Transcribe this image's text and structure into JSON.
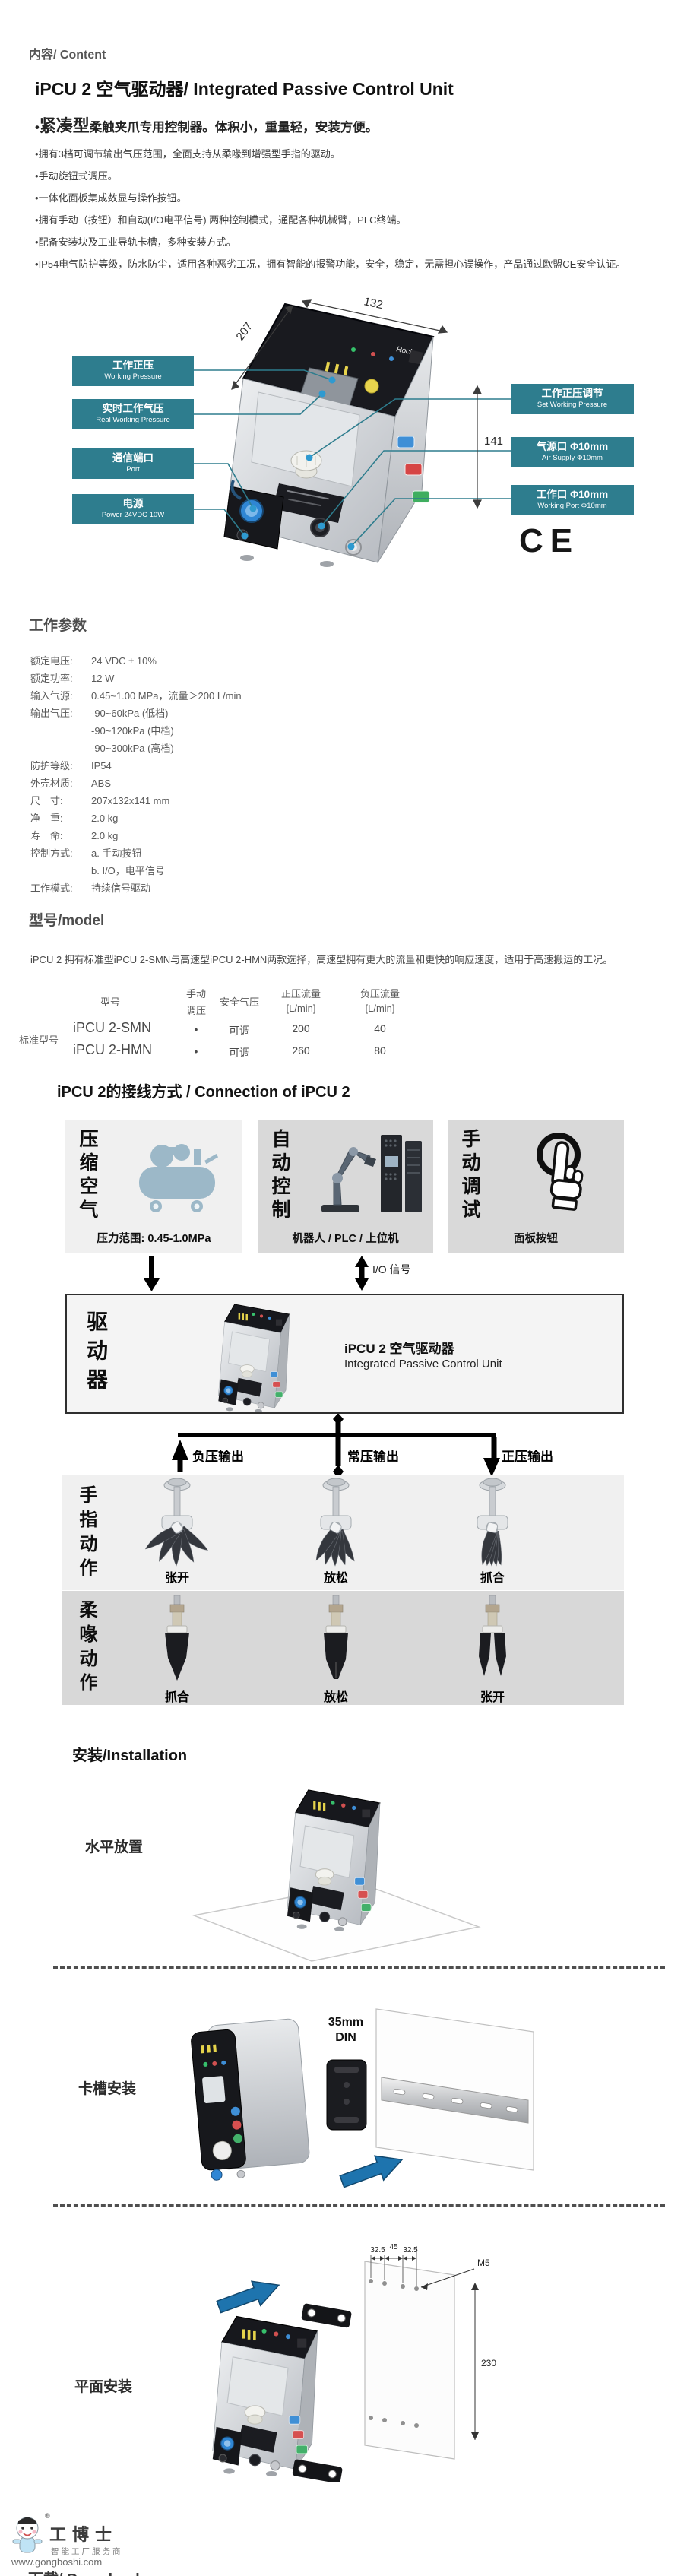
{
  "page": {
    "content_label": "内容/ Content",
    "title": "iPCU 2 空气驱动器/ Integrated Passive Control Unit"
  },
  "intro": {
    "lead_big": "紧凑型",
    "lead_rest": "柔触夹爪专用控制器。体积小，重量轻，安装方便。",
    "bullets": [
      "拥有3档可调节输出气压范围，全面支持从柔喙到增强型手指的驱动。",
      "手动旋钮式调压。",
      "一体化面板集成数显与操作按钮。",
      "拥有手动（按钮）和自动(I/O电平信号) 两种控制模式，通配各种机械臂，PLC终端。",
      "配备安装块及工业导轨卡槽，多种安装方式。",
      "IP54电气防护等级，防水防尘，适用各种恶劣工况，拥有智能的报警功能，安全，稳定，无需担心误操作，产品通过欧盟CE安全认证。"
    ]
  },
  "hero": {
    "accent": "#2e7d8e",
    "brand": "Rochu",
    "dim_width": "132",
    "dim_depth": "207",
    "dim_height": "141",
    "ce_mark": "CE",
    "callouts_left": [
      {
        "zh": "工作正压",
        "en": "Working Pressure"
      },
      {
        "zh": "实时工作气压",
        "en": "Real Working Pressure"
      },
      {
        "zh": "通信端口",
        "en": "Port"
      },
      {
        "zh": "电源",
        "en": "Power 24VDC 10W"
      }
    ],
    "callouts_right": [
      {
        "zh": "工作正压调节",
        "en": "Set Working Pressure"
      },
      {
        "zh": "气源口 Φ10mm",
        "en": "Air Supply Φ10mm"
      },
      {
        "zh": "工作口 Φ10mm",
        "en": "Working Port Φ10mm"
      }
    ]
  },
  "specs": {
    "heading": "工作参数",
    "rows": [
      {
        "label": "额定电压:",
        "value": "24 VDC ± 10%"
      },
      {
        "label": "额定功率:",
        "value": "12 W"
      },
      {
        "label": "输入气源:",
        "value": "0.45~1.00 MPa，流量＞200 L/min"
      },
      {
        "label": "输出气压:",
        "value": "-90~60kPa (低档)"
      },
      {
        "label": "",
        "value": "-90~120kPa (中档)"
      },
      {
        "label": "",
        "value": "-90~300kPa (高档)"
      },
      {
        "label": "防护等级:",
        "value": "IP54"
      },
      {
        "label": "外壳材质:",
        "value": "ABS"
      },
      {
        "label": "尺　寸:",
        "value": "207x132x141 mm"
      },
      {
        "label": "净　重:",
        "value": "2.0 kg"
      },
      {
        "label": "寿　命:",
        "value": "2.0 kg"
      },
      {
        "label": "控制方式:",
        "value": "a. 手动按钮"
      },
      {
        "label": "",
        "value": "b. I/O，电平信号"
      },
      {
        "label": "工作模式:",
        "value": "持续信号驱动"
      }
    ]
  },
  "model": {
    "heading": "型号/model",
    "desc": "iPCU 2 拥有标准型iPCU 2-SMN与高速型iPCU 2-HMN两款选择，高速型拥有更大的流量和更快的响应速度，适用于高速搬运的工况。",
    "group_label": "标准型号",
    "headers": {
      "model": "型号",
      "manual1": "手动",
      "manual2": "调压",
      "safety": "安全气压",
      "pos1": "正压流量",
      "pos2": "[L/min]",
      "neg1": "负压流量",
      "neg2": "[L/min]"
    },
    "rows": [
      {
        "model": "iPCU 2-SMN",
        "manual": "•",
        "safety": "可调",
        "pos": "200",
        "neg": "40"
      },
      {
        "model": "iPCU 2-HMN",
        "manual": "•",
        "safety": "可调",
        "pos": "260",
        "neg": "80"
      }
    ]
  },
  "connection": {
    "heading": "iPCU 2的接线方式 / Connection of iPCU 2",
    "sources": [
      {
        "vert": "压缩空气",
        "caption": "压力范围: 0.45-1.0MPa"
      },
      {
        "vert": "自动控制",
        "caption": "机器人 / PLC / 上位机"
      },
      {
        "vert": "手动调试",
        "caption": "面板按钮"
      }
    ],
    "io_label": "I/O 信号",
    "driver": {
      "vert": "驱动器",
      "name_zh": "iPCU 2 空气驱动器",
      "name_en": "Integrated Passive Control Unit"
    },
    "outputs": [
      "负压输出",
      "常压输出",
      "正压输出"
    ],
    "finger_row": {
      "vert": "手指动作",
      "items": [
        "张开",
        "放松",
        "抓合"
      ]
    },
    "beak_row": {
      "vert": "柔喙动作",
      "items": [
        "抓合",
        "放松",
        "张开"
      ]
    }
  },
  "install": {
    "heading": "安装/Installation",
    "horizontal_label": "水平放置",
    "din_label": "卡槽安装",
    "din_size_1": "35mm",
    "din_size_2": "DIN",
    "surface_label": "平面安装",
    "surface_dims": [
      "32.5",
      "45",
      "32.5"
    ],
    "surface_m5": "M5",
    "surface_height": "230"
  },
  "footer": {
    "brand": "工博士",
    "reg": "®",
    "tagline": "智能工厂服务商",
    "url": "www.gongboshi.com",
    "download": "下载/ Download"
  }
}
